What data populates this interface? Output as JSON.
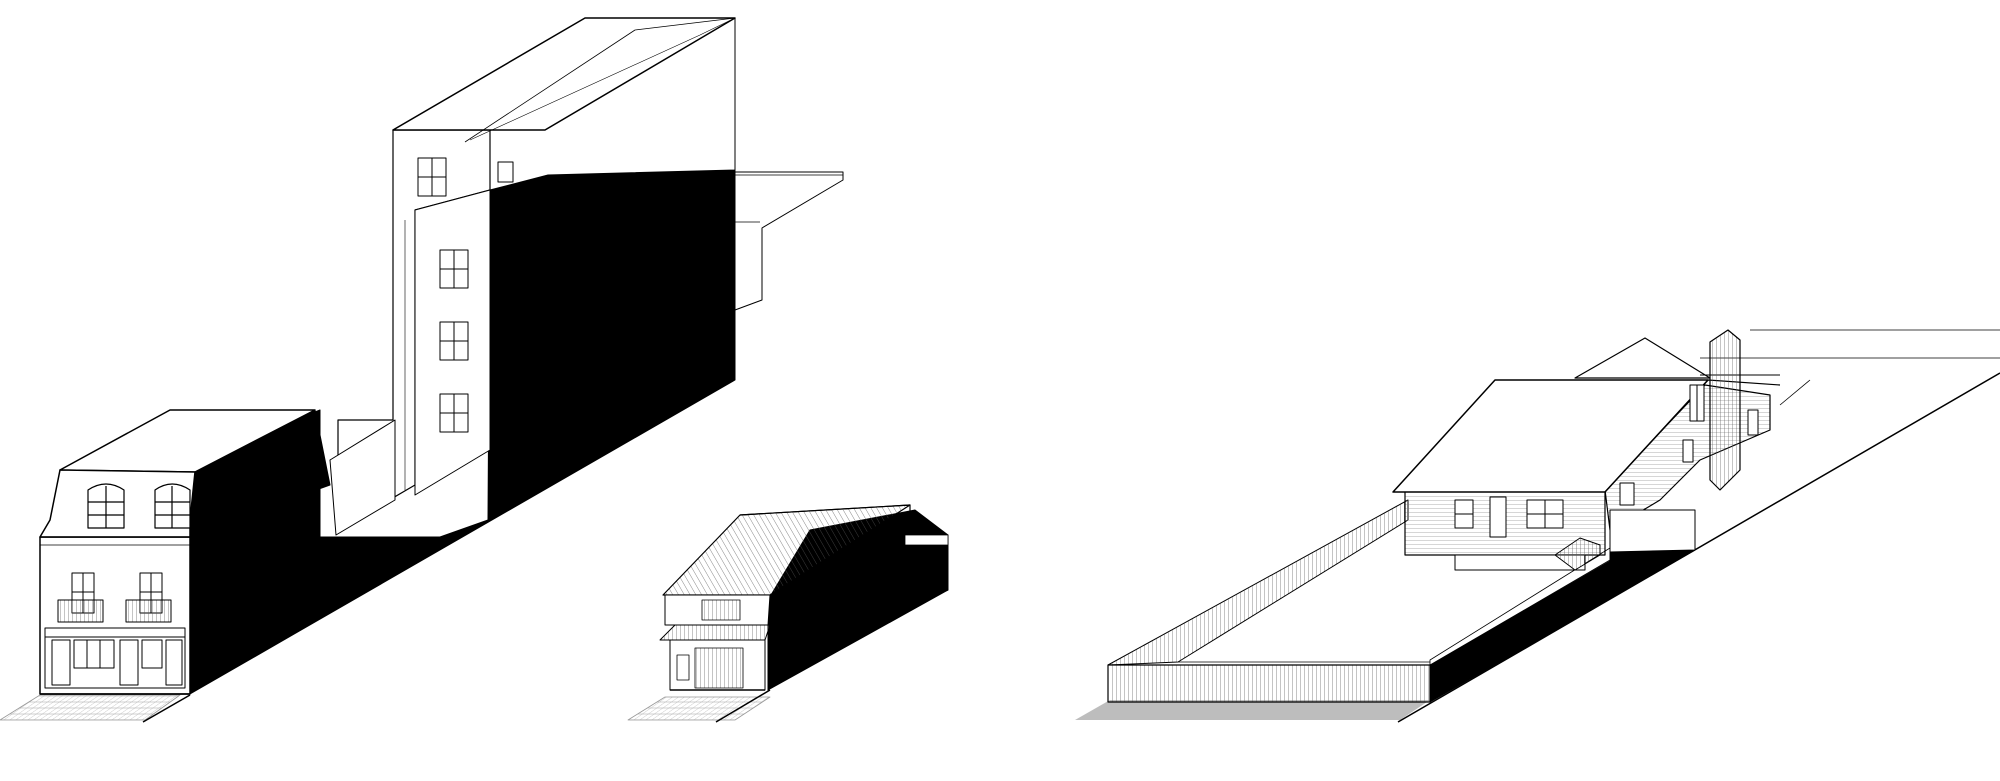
{
  "colors": {
    "background": "#ffffff",
    "ink": "#000000",
    "ground_shadow": "#bdbdbd",
    "hatch": "#666666"
  },
  "drawings": [
    {
      "id": "tall-narrow-townhouse",
      "label": ""
    },
    {
      "id": "small-two-storey-house",
      "label": ""
    },
    {
      "id": "bungalow-with-yard",
      "label": ""
    }
  ]
}
